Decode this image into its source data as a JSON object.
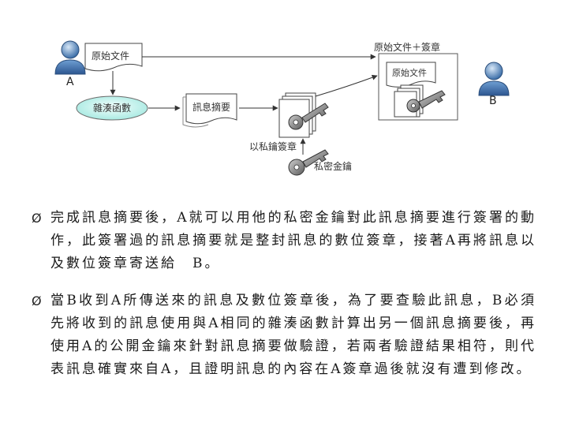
{
  "diagram": {
    "sender_label": "A",
    "receiver_label": "B",
    "original_doc": "原始文件",
    "signed_package": "原始文件＋簽章",
    "received_doc": "原始文件",
    "hash_function": "雜湊函數",
    "digest": "訊息摘要",
    "encrypt_with_private_key": "以私鑰簽章",
    "private_key": "私密金鑰"
  },
  "bullets": [
    "完成訊息摘要後，A就可以用他的私密金鑰對此訊息摘要進行簽署的動作，此簽署過的訊息摘要就是整封訊息的數位簽章，接著A再將訊息以及數位簽章寄送給　B。",
    "當B收到A所傳送來的訊息及數位簽章後，為了要查驗此訊息，B必須先將收到的訊息使用與A相同的雜湊函數計算出另一個訊息摘要後，再使用A的公開金鑰來針對訊息摘要做驗證，若兩者驗證結果相符，則代表訊息確實來自A，且證明訊息的內容在A簽章過後就沒有遭到修改。"
  ],
  "bullet_symbol": "Ø"
}
